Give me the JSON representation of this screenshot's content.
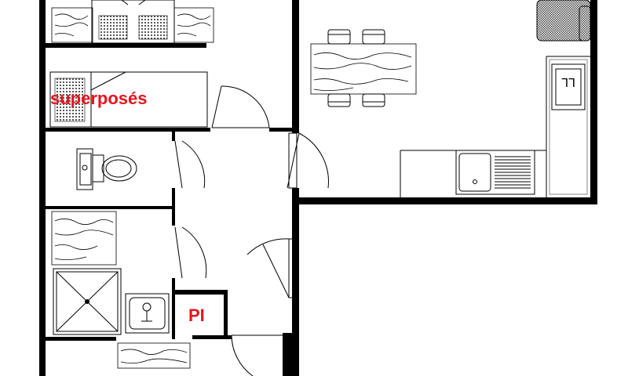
{
  "labels": {
    "bunk_beds": "superposés",
    "pi": "PI",
    "fridge": "LL"
  },
  "colors": {
    "label_red": "#e8141b",
    "wall": "#000000",
    "dark_fill": "#505050"
  },
  "icons": [
    "bed-icon",
    "toilet-icon",
    "shower-icon",
    "washbasin-icon",
    "kitchen-sink-icon",
    "fridge-icon",
    "sofa-icon",
    "dining-table-icon",
    "chair-icon",
    "door-swing-icon"
  ]
}
